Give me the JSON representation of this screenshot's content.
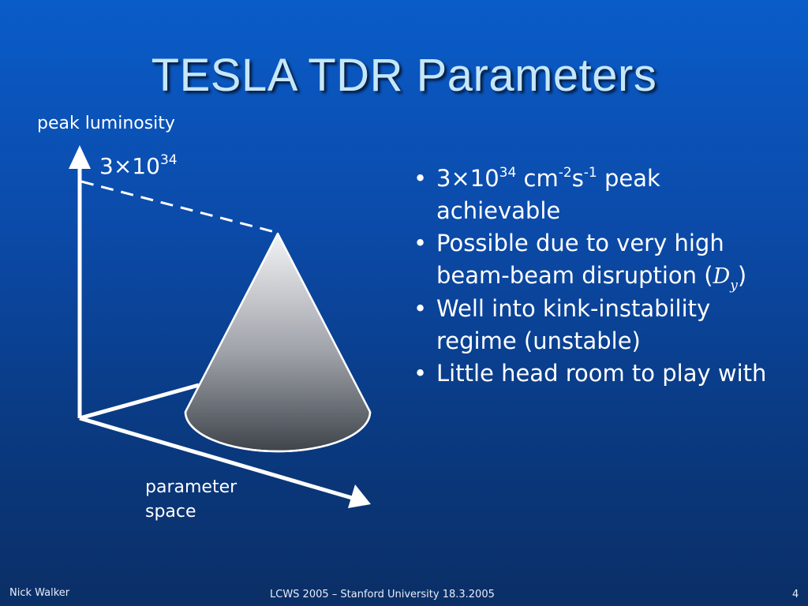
{
  "slide": {
    "title": "TESLA TDR Parameters",
    "diagram": {
      "vertical_axis_label": "peak luminosity",
      "peak_value": {
        "base": "3",
        "times": "×",
        "mantissa": "10",
        "exponent": "34"
      },
      "horizontal_axis_label_line1": "parameter",
      "horizontal_axis_label_line2": "space"
    },
    "bullets": {
      "b1": {
        "base": "3",
        "times": "×",
        "mantissa": "10",
        "exp": "34",
        "unit1": " cm",
        "unit1_exp": "-2",
        "unit2": "s",
        "unit2_exp": "-1",
        "rest": " peak achievable"
      },
      "b2": {
        "text_before": "Possible due to very high beam-beam disruption (",
        "symbol": "D",
        "symbol_sub": "y",
        "text_after": ")"
      },
      "b3": {
        "text": "Well into kink-instability regime (unstable)"
      },
      "b4": {
        "text": "Little head room to play with"
      }
    },
    "footer": {
      "author": "Nick Walker",
      "event": "LCWS 2005 – Stanford University 18.3.2005",
      "page": "4"
    }
  }
}
